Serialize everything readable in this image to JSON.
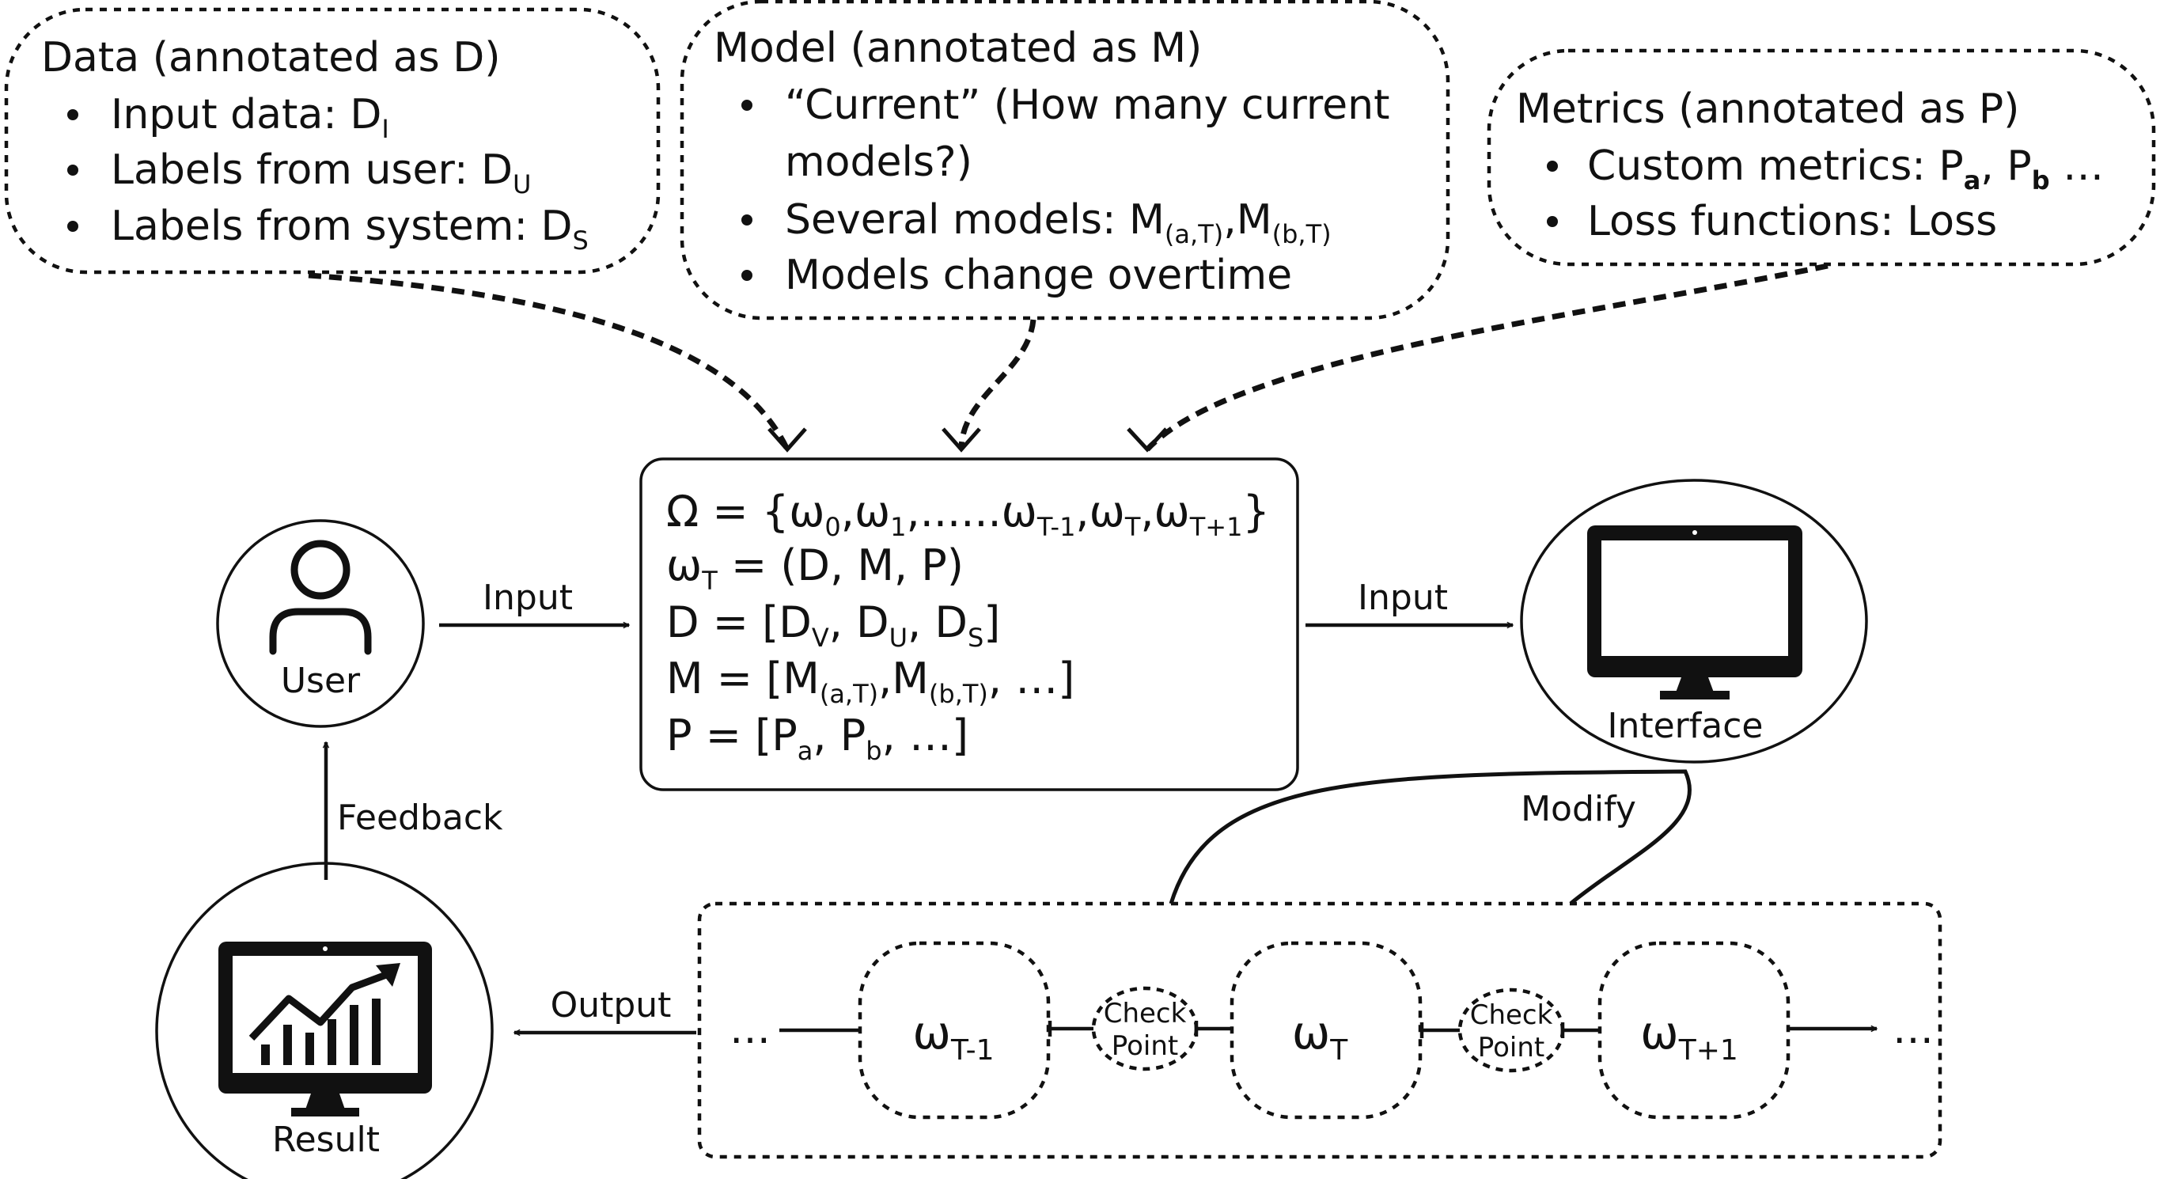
{
  "data_box": {
    "title": "Data (annotated as D)",
    "items": [
      {
        "text": "Input data: D",
        "sub": "I"
      },
      {
        "text": "Labels from user: D",
        "sub": "U"
      },
      {
        "text": "Labels from system: D",
        "sub": "S"
      }
    ]
  },
  "model_box": {
    "title": "Model (annotated as M)",
    "items": [
      {
        "line1": "“Current” (How many current",
        "line2": "models?)"
      },
      {
        "text1": "Several models: M",
        "sub1": "(a,T)",
        "text2": ",M",
        "sub2": "(b,T)"
      },
      {
        "text": "Models change overtime"
      }
    ]
  },
  "metrics_box": {
    "title": "Metrics (annotated as P)",
    "items": [
      {
        "text1": "Custom metrics: P",
        "sub1": "a",
        "text2": ", P",
        "sub2": "b",
        "text3": " …"
      },
      {
        "text": "Loss functions: Loss"
      }
    ]
  },
  "formula_box": {
    "omega": {
      "t1": "Ω = {ω",
      "s1": "0",
      "t2": ",ω",
      "s2": "1",
      "t3": ",......ω",
      "s3": "T-1",
      "t4": ",ω",
      "s4": "T",
      "t5": ",ω",
      "s5": "T+1",
      "t6": "}"
    },
    "omega_t": {
      "t1": "ω",
      "s1": "T",
      "t2": " = (D, M, P)"
    },
    "d": {
      "t1": "D = [D",
      "s1": "V",
      "t2": ", D",
      "s2": "U",
      "t3": ", D",
      "s3": "S",
      "t4": "]"
    },
    "m": {
      "t1": "M = [M",
      "s1": "(a,T)",
      "t2": ",M",
      "s2": "(b,T)",
      "t3": ", …]"
    },
    "p": {
      "t1": "P = [P",
      "s1": "a",
      "t2": ", P",
      "s2": "b",
      "t3": ", …]"
    }
  },
  "nodes": {
    "user": "User",
    "interface": "Interface",
    "result": "Result"
  },
  "edges": {
    "user_input": "Input",
    "interface_input": "Input",
    "feedback": "Feedback",
    "output": "Output",
    "modify": "Modify"
  },
  "timeline": {
    "ellipsis_left": "…",
    "ellipsis_right": "…",
    "states": [
      {
        "base": "ω",
        "sub": "T-1"
      },
      {
        "base": "ω",
        "sub": "T"
      },
      {
        "base": "ω",
        "sub": "T+1"
      }
    ],
    "checkpoints": [
      {
        "line1": "Check",
        "line2": "Point"
      },
      {
        "line1": "Check",
        "line2": "Point"
      }
    ]
  },
  "colors": {
    "stroke": "#111111",
    "background": "#ffffff"
  }
}
